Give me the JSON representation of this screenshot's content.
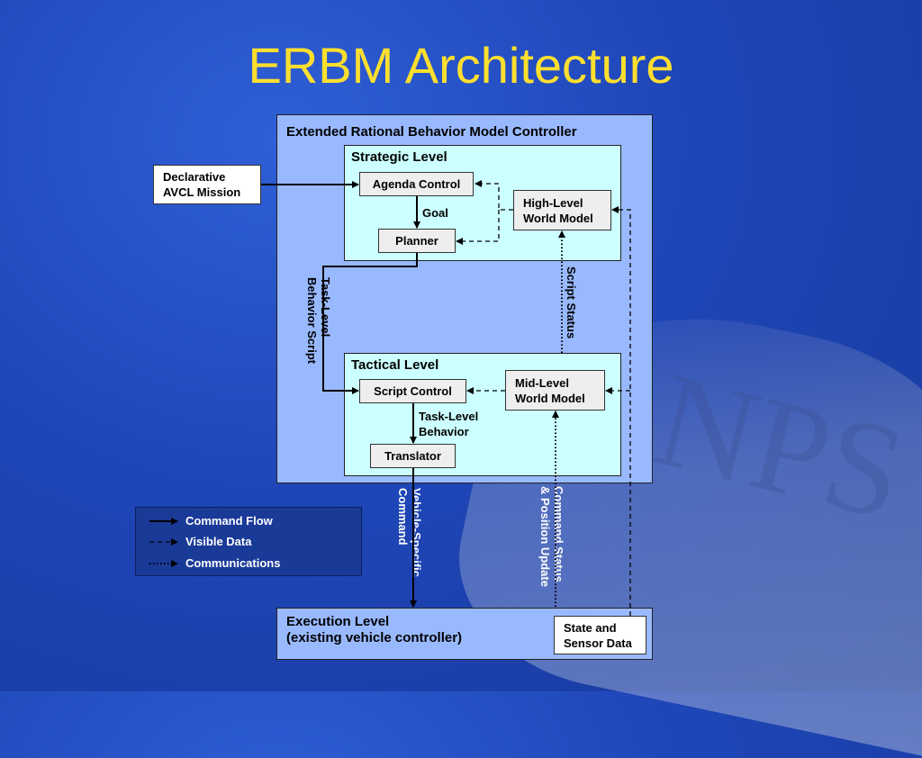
{
  "title": "ERBM Architecture",
  "watermark": "NPS",
  "mission": {
    "line1": "Declarative",
    "line2": "AVCL Mission"
  },
  "erbm": {
    "title": "Extended Rational Behavior Model Controller"
  },
  "strategic": {
    "title": "Strategic Level",
    "agenda_control": "Agenda Control",
    "goal": "Goal",
    "planner": "Planner",
    "world_model_line1": "High-Level",
    "world_model_line2": "World Model"
  },
  "task_level_behavior_script": "Task-Level\nBehavior Script",
  "script_status": "Script Status",
  "tactical": {
    "title": "Tactical Level",
    "script_control": "Script Control",
    "task_behavior_line1": "Task-Level",
    "task_behavior_line2": "Behavior",
    "translator": "Translator",
    "world_model_line1": "Mid-Level",
    "world_model_line2": "World Model"
  },
  "vehicle_specific_command": "Vehicle-Specific\nCommand",
  "command_status": "Command Status\n& Position Update",
  "execution": {
    "line1": "Execution Level",
    "line2": "(existing vehicle controller)",
    "state_line1": "State and",
    "state_line2": "Sensor Data"
  },
  "legend": {
    "command_flow": "Command Flow",
    "visible_data": "Visible Data",
    "communications": "Communications"
  },
  "colors": {
    "title": "#ffdf2e",
    "background": "#1f46b8",
    "controller_fill": "#99b9ff",
    "level_fill": "#ccffff"
  }
}
